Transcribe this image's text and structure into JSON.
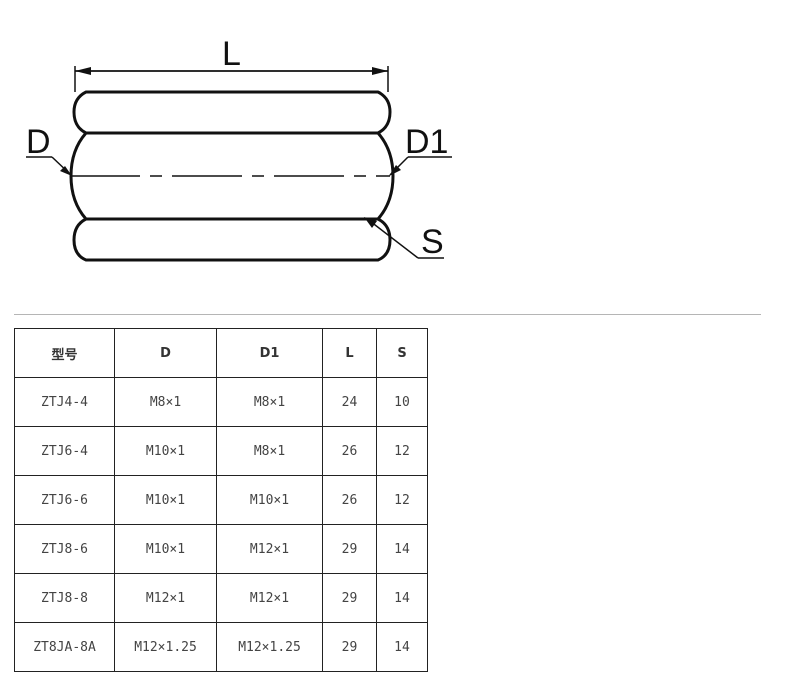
{
  "drawing": {
    "labels": {
      "length": "L",
      "inlet": "D",
      "outlet": "D1",
      "hex_size": "S"
    }
  },
  "table": {
    "headers": [
      "型号",
      "D",
      "D1",
      "L",
      "S"
    ],
    "rows": [
      [
        "ZTJ4-4",
        "M8×1",
        "M8×1",
        "24",
        "10"
      ],
      [
        "ZTJ6-4",
        "M10×1",
        "M8×1",
        "26",
        "12"
      ],
      [
        "ZTJ6-6",
        "M10×1",
        "M10×1",
        "26",
        "12"
      ],
      [
        "ZTJ8-6",
        "M10×1",
        "M12×1",
        "29",
        "14"
      ],
      [
        "ZTJ8-8",
        "M12×1",
        "M12×1",
        "29",
        "14"
      ],
      [
        "ZT8JA-8A",
        "M12×1.25",
        "M12×1.25",
        "29",
        "14"
      ]
    ]
  }
}
